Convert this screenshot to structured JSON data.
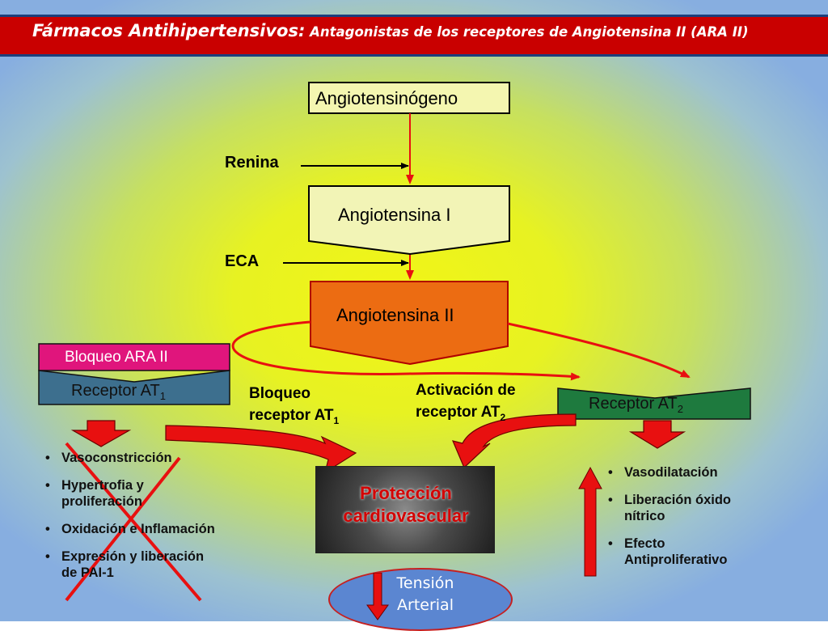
{
  "title": {
    "part1": "Fármacos Antihipertensivos:",
    "part2": " Antagonistas de los receptores de Angiotensina II (ARA II)"
  },
  "nodes": {
    "angiotensinogeno": "Angiotensinógeno",
    "angiotensina1": "Angiotensina I",
    "angiotensina2": "Angiotensina II",
    "bloqueo_ara": "Bloqueo ARA II",
    "receptor_at1": "Receptor AT",
    "receptor_at1_sub": "1",
    "receptor_at2": "Receptor AT",
    "receptor_at2_sub": "2",
    "proteccion": [
      "Protección",
      "cardiovascular"
    ],
    "tension": [
      "Tensión",
      "Arterial"
    ]
  },
  "enzymes": {
    "renina": "Renina",
    "eca": "ECA"
  },
  "labels": {
    "bloqueo_line1": "Bloqueo",
    "bloqueo_line2": "receptor AT",
    "bloqueo_sub": "1",
    "activacion_line1": "Activación de",
    "activacion_line2": "receptor AT",
    "activacion_sub": "2"
  },
  "at1_effects": [
    [
      "Vasoconstricción"
    ],
    [
      "Hypertrofia y",
      "proliferación"
    ],
    [
      "Oxidación e Inflamación"
    ],
    [
      "Expresión y liberación",
      "de PAI-1"
    ]
  ],
  "at2_effects": [
    [
      "Vasodilatación"
    ],
    [
      "Liberación óxido",
      "nítrico"
    ],
    [
      "Efecto",
      "Antiproliferativo"
    ]
  ],
  "colors": {
    "title_bg": "#c90000",
    "title_border": "#1c3f7c",
    "arrow_red": "#e81010",
    "angiotensina2_fill": "#ec6c12",
    "bloqueo_fill": "#e0157c",
    "receptor_at1_fill": "#3d6f8e",
    "receptor_at2_fill": "#1e7a3e"
  },
  "icons": [
    "down-arrow-red",
    "up-arrow-red",
    "cross-out-x"
  ]
}
